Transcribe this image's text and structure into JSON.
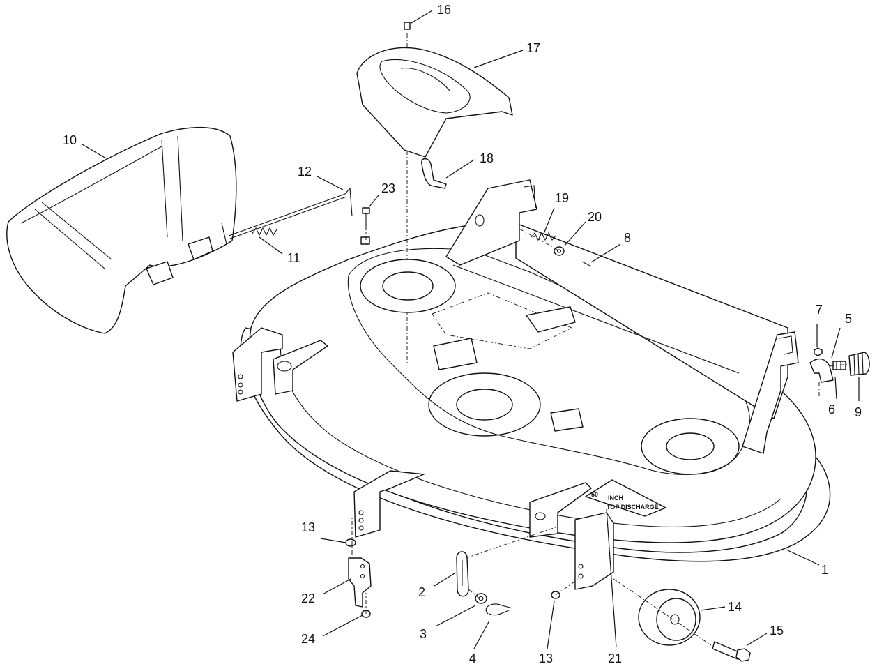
{
  "callouts": [
    {
      "id": "c1",
      "text": "1"
    },
    {
      "id": "c2",
      "text": "2"
    },
    {
      "id": "c3",
      "text": "3"
    },
    {
      "id": "c4",
      "text": "4"
    },
    {
      "id": "c5",
      "text": "5"
    },
    {
      "id": "c6",
      "text": "6"
    },
    {
      "id": "c7",
      "text": "7"
    },
    {
      "id": "c8",
      "text": "8"
    },
    {
      "id": "c9",
      "text": "9"
    },
    {
      "id": "c10",
      "text": "10"
    },
    {
      "id": "c11",
      "text": "11"
    },
    {
      "id": "c12",
      "text": "12"
    },
    {
      "id": "c13a",
      "text": "13"
    },
    {
      "id": "c13b",
      "text": "13"
    },
    {
      "id": "c14",
      "text": "14"
    },
    {
      "id": "c15",
      "text": "15"
    },
    {
      "id": "c16",
      "text": "16"
    },
    {
      "id": "c17",
      "text": "17"
    },
    {
      "id": "c18",
      "text": "18"
    },
    {
      "id": "c19",
      "text": "19"
    },
    {
      "id": "c20",
      "text": "20"
    },
    {
      "id": "c21",
      "text": "21"
    },
    {
      "id": "c22",
      "text": "22"
    },
    {
      "id": "c23",
      "text": "23"
    },
    {
      "id": "c24",
      "text": "24"
    }
  ],
  "decal": {
    "big": "50",
    "line1": "INCH",
    "line2": "TOP DISCHARGE"
  }
}
